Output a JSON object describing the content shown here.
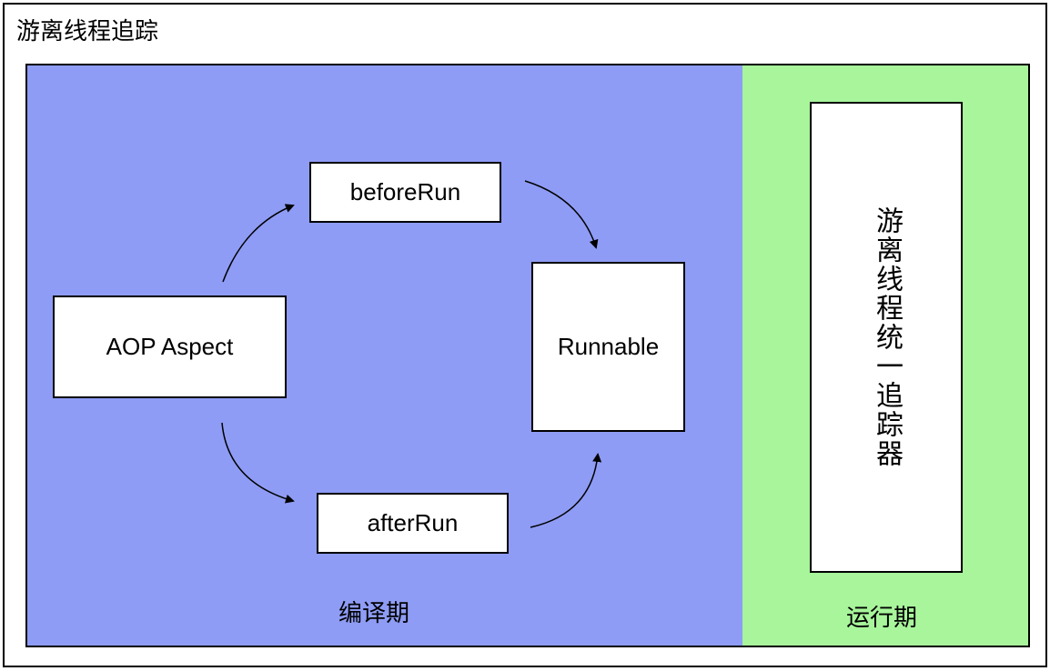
{
  "title": "游离线程追踪",
  "compile_phase": {
    "label": "编译期",
    "color": "#8e9cf5",
    "nodes": {
      "aop_aspect": "AOP Aspect",
      "before_run": "beforeRun",
      "after_run": "afterRun",
      "runnable": "Runnable"
    }
  },
  "runtime_phase": {
    "label": "运行期",
    "color": "#a8f59b",
    "tracker": "游离线程统一追踪器"
  }
}
